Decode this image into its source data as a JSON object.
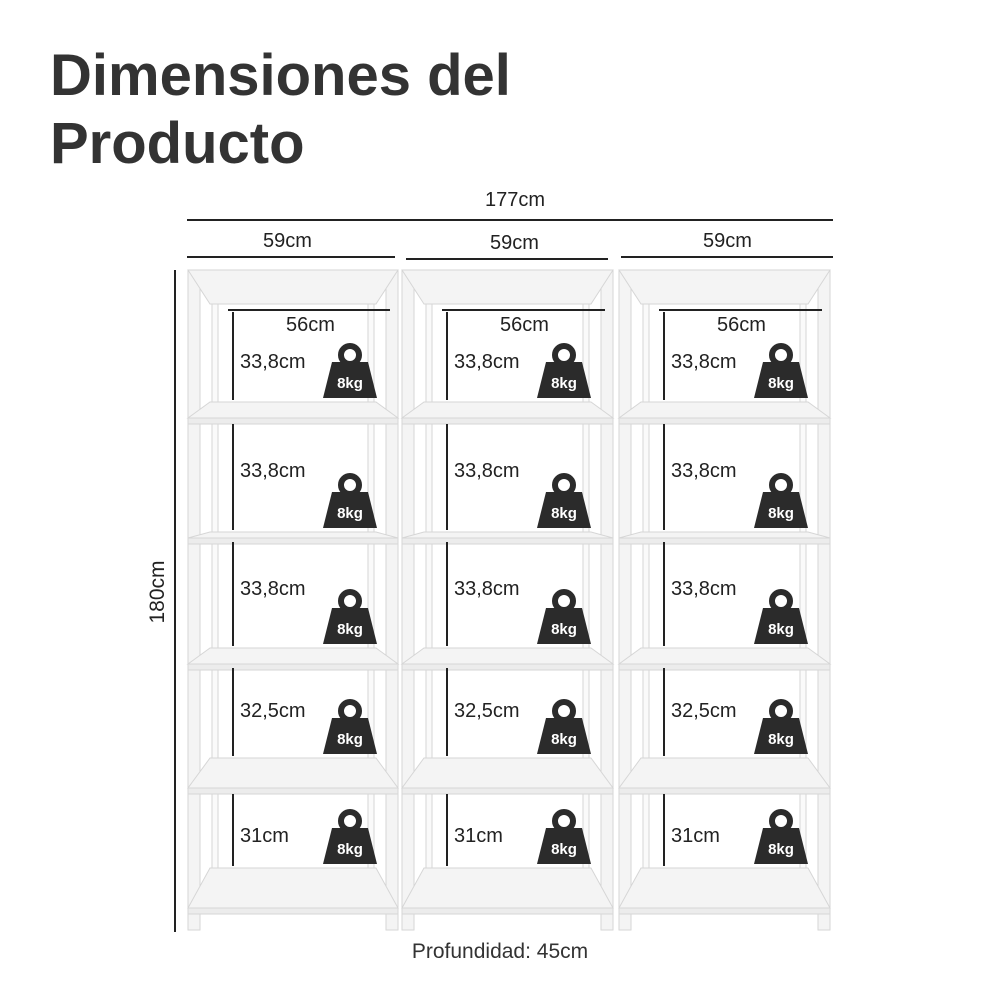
{
  "title": {
    "line1": "Dimensiones del",
    "line2": "Producto"
  },
  "dimensions": {
    "total_width": "177cm",
    "module_widths": [
      "59cm",
      "59cm",
      "59cm"
    ],
    "inner_width": "56cm",
    "total_height": "180cm",
    "depth": "Profundidad: 45cm"
  },
  "shelves": [
    {
      "height": "33,8cm",
      "load": "8kg"
    },
    {
      "height": "33,8cm",
      "load": "8kg"
    },
    {
      "height": "33,8cm",
      "load": "8kg"
    },
    {
      "height": "32,5cm",
      "load": "8kg"
    },
    {
      "height": "31cm",
      "load": "8kg"
    }
  ],
  "icons": {
    "weight": "weight-icon"
  },
  "colors": {
    "frame": "#f4f4f4",
    "frame_edge": "#d6d6d6",
    "line": "#222222",
    "weight": "#2b2b2b",
    "title": "#333333"
  }
}
